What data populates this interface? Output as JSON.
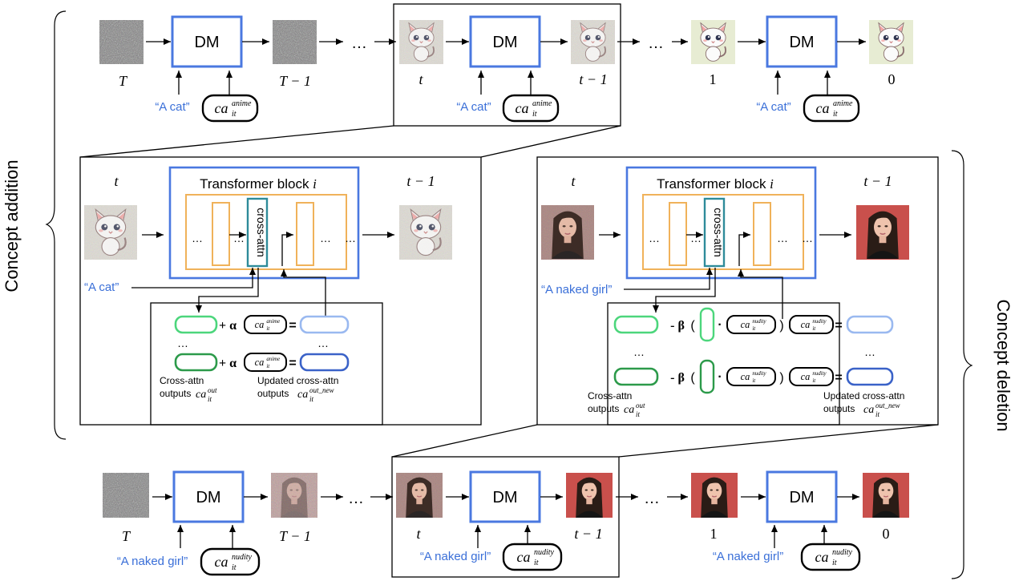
{
  "side_labels": {
    "left": "Concept addition",
    "right": "Concept deletion"
  },
  "dm_label": "DM",
  "ellipsis": "…",
  "timesteps": {
    "T": "T",
    "T_minus_1": "T − 1",
    "t": "t",
    "t_minus_1": "t − 1",
    "one": "1",
    "zero": "0"
  },
  "prompts": {
    "cat": "“A cat”",
    "naked": "“A naked girl”"
  },
  "embeddings": {
    "anime": {
      "base": "ca",
      "sup": "anime",
      "sub": "it"
    },
    "nudity": {
      "base": "ca",
      "sup": "nudity",
      "sub": "it"
    }
  },
  "transformer": {
    "title": "Transformer block ",
    "title_var": "i",
    "cross_attn": "cross-attn"
  },
  "formula": {
    "plus_alpha": "+ α",
    "minus_beta": "- β",
    "equals": "=",
    "open_paren": "(",
    "close_paren": ")",
    "dot": "·"
  },
  "captions": {
    "cross_attn_outputs_line1": "Cross-attn",
    "cross_attn_outputs_line2": "outputs ",
    "updated_line1": "Updated cross-attn",
    "updated_line2": "outputs  ",
    "out_sup": "out",
    "out_new_sup": "out_new",
    "it_sub": "it"
  },
  "colors": {
    "dm_blue": "#4a78e0",
    "prompt_blue": "#3a6fd8",
    "orange": "#f0b25a",
    "teal": "#2e8b9a",
    "green_light": "#4cd67c",
    "green_dark": "#2c9a4a",
    "blue_light": "#9ab9f0",
    "blue_dark": "#3a62c8"
  }
}
